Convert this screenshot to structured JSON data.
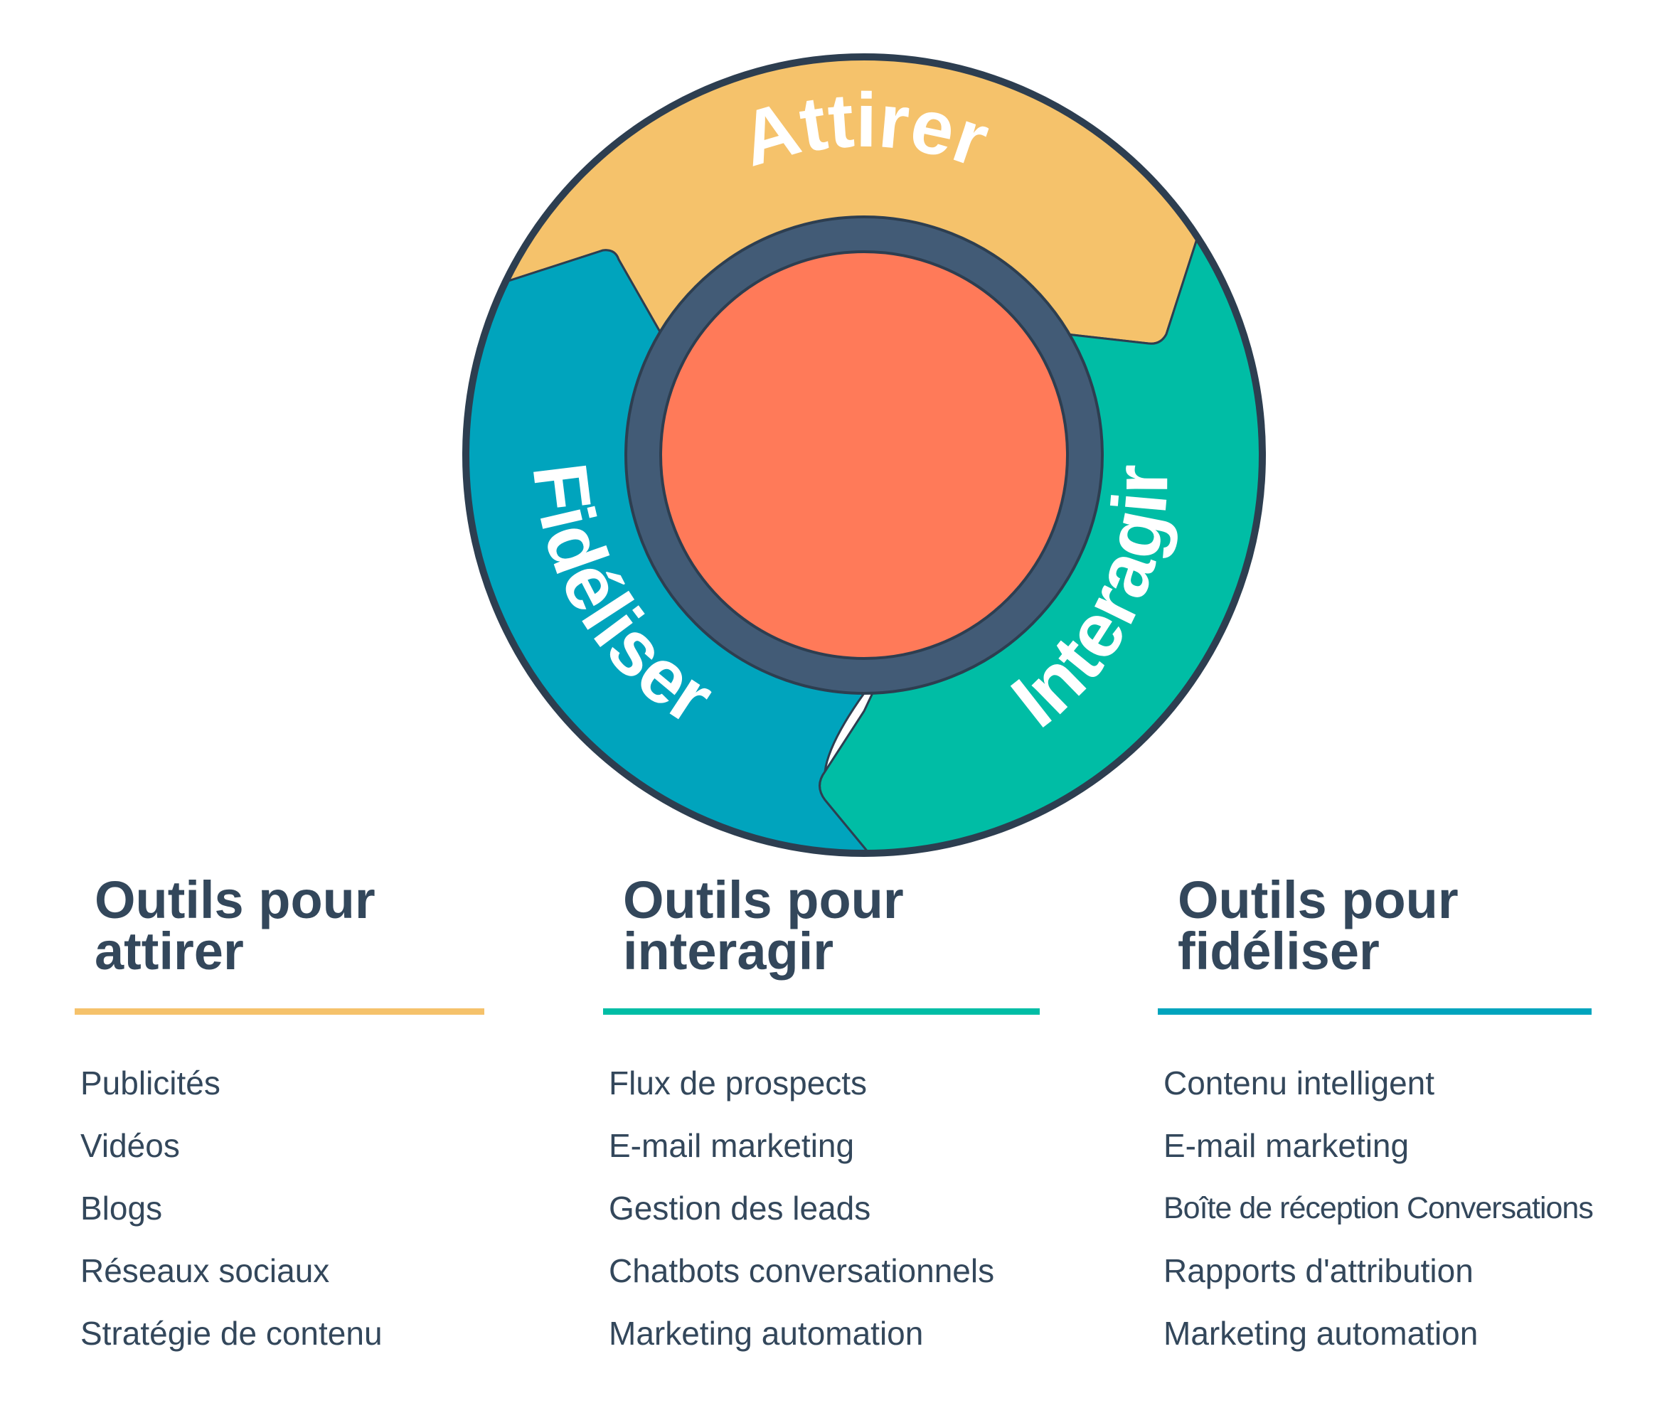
{
  "colors": {
    "attract": "#f5c26b",
    "engage": "#00bda5",
    "delight": "#00a4bd",
    "core": "#ff7a59",
    "ring": "#425b76",
    "outline": "#2d3e50",
    "text": "#33475b"
  },
  "flywheel": {
    "attract_label": "Attirer",
    "engage_label": "Interagir",
    "delight_label": "Fidéliser"
  },
  "columns": [
    {
      "title_line1": "Outils pour",
      "title_line2": "attirer",
      "accent": "#f5c26b",
      "items": [
        "Publicités",
        "Vidéos",
        "Blogs",
        "Réseaux sociaux",
        "Stratégie de contenu"
      ]
    },
    {
      "title_line1": "Outils pour",
      "title_line2": "interagir",
      "accent": "#00bda5",
      "items": [
        "Flux de prospects",
        "E-mail marketing",
        "Gestion des leads",
        "Chatbots conversationnels",
        "Marketing automation"
      ]
    },
    {
      "title_line1": "Outils pour",
      "title_line2": "fidéliser",
      "accent": "#00a4bd",
      "items": [
        "Contenu intelligent",
        "E-mail marketing",
        "Boîte de réception Conversations",
        "Rapports d'attribution",
        "Marketing automation"
      ]
    }
  ]
}
